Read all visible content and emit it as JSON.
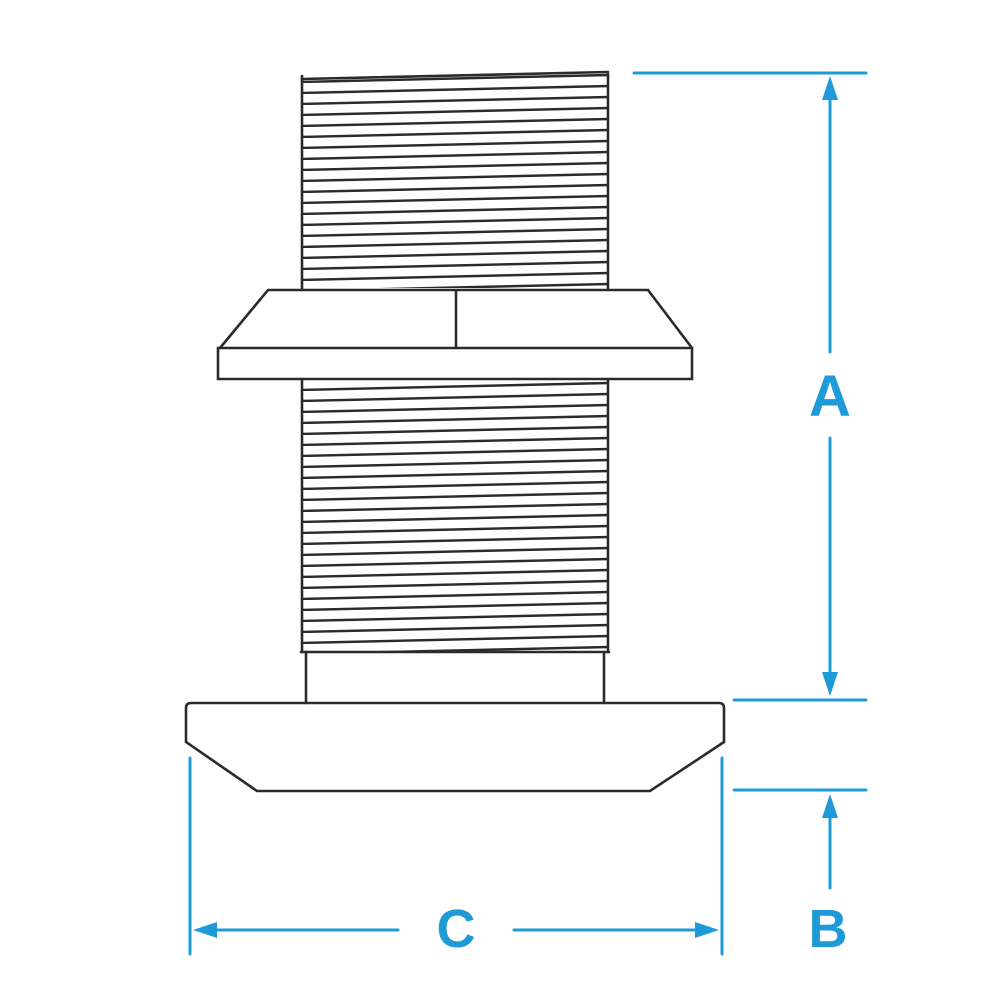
{
  "labels": {
    "dim_a": "A",
    "dim_b": "B",
    "dim_c": "C"
  },
  "colors": {
    "dimension": "#1e9bd7",
    "outline": "#2d2a2b",
    "background": "#ffffff"
  }
}
